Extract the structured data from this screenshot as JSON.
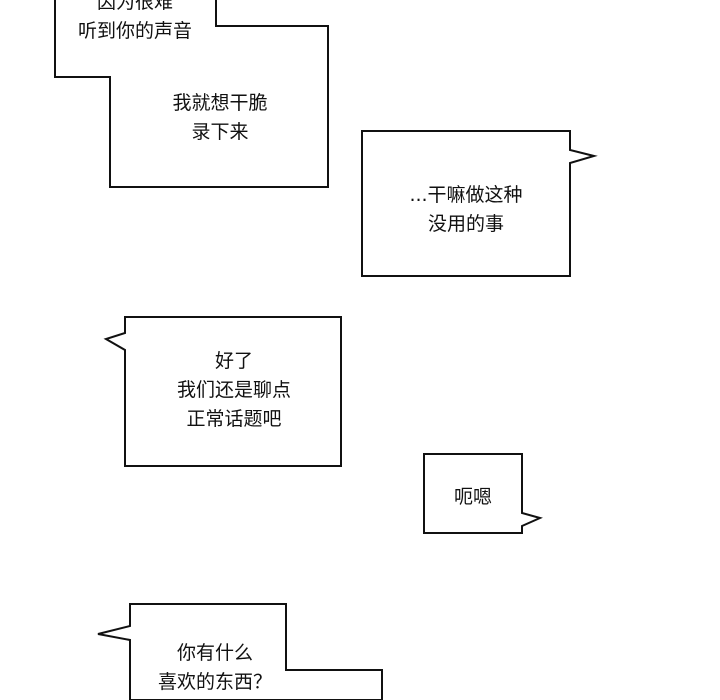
{
  "colors": {
    "background": "#ffffff",
    "outline": "#111111",
    "text": "#111111"
  },
  "bubbles": [
    {
      "lines": [
        "因为很难",
        "听到你的声音"
      ]
    },
    {
      "lines": [
        "我就想干脆",
        "录下来"
      ]
    },
    {
      "lines": [
        "...干嘛做这种",
        "没用的事"
      ]
    },
    {
      "lines": [
        "好了",
        "我们还是聊点",
        "正常话题吧"
      ]
    },
    {
      "lines": [
        "呃嗯"
      ]
    },
    {
      "lines": [
        "你有什么",
        "喜欢的东西？"
      ]
    }
  ]
}
